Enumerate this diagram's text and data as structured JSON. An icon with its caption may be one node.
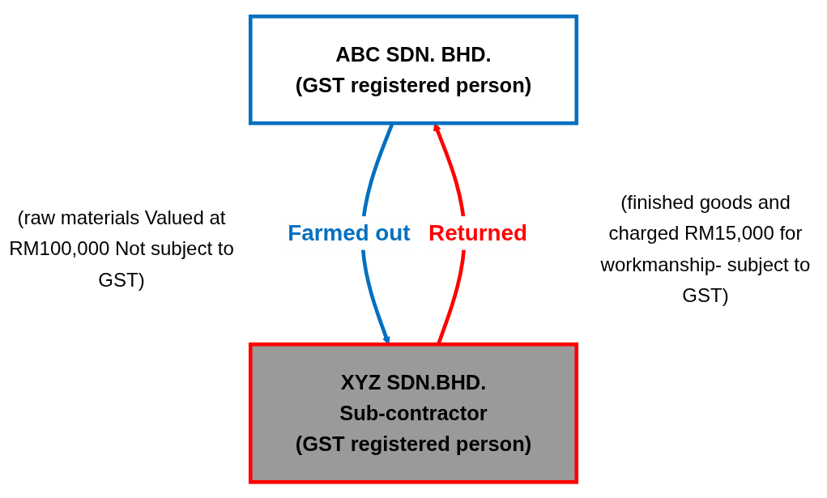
{
  "diagram": {
    "nodes": [
      {
        "text": [
          "ABC SDN. BHD.",
          "(GST registered person)"
        ]
      },
      {
        "text": [
          "XYZ SDN.BHD.",
          "Sub-contractor",
          "(GST registered person)"
        ]
      }
    ],
    "edges": [
      {
        "from": 0,
        "to": 1,
        "arrow": "to",
        "label": "Farmed out",
        "color": "#0070c0"
      },
      {
        "from": 1,
        "to": 0,
        "arrow": "to",
        "label": "Returned",
        "color": "#ff0000"
      }
    ],
    "labels": [
      "(raw materials Valued at RM100,000 Not subject to GST)",
      "(finished goods and charged RM15,000 for workmanship- subject to GST)"
    ]
  }
}
